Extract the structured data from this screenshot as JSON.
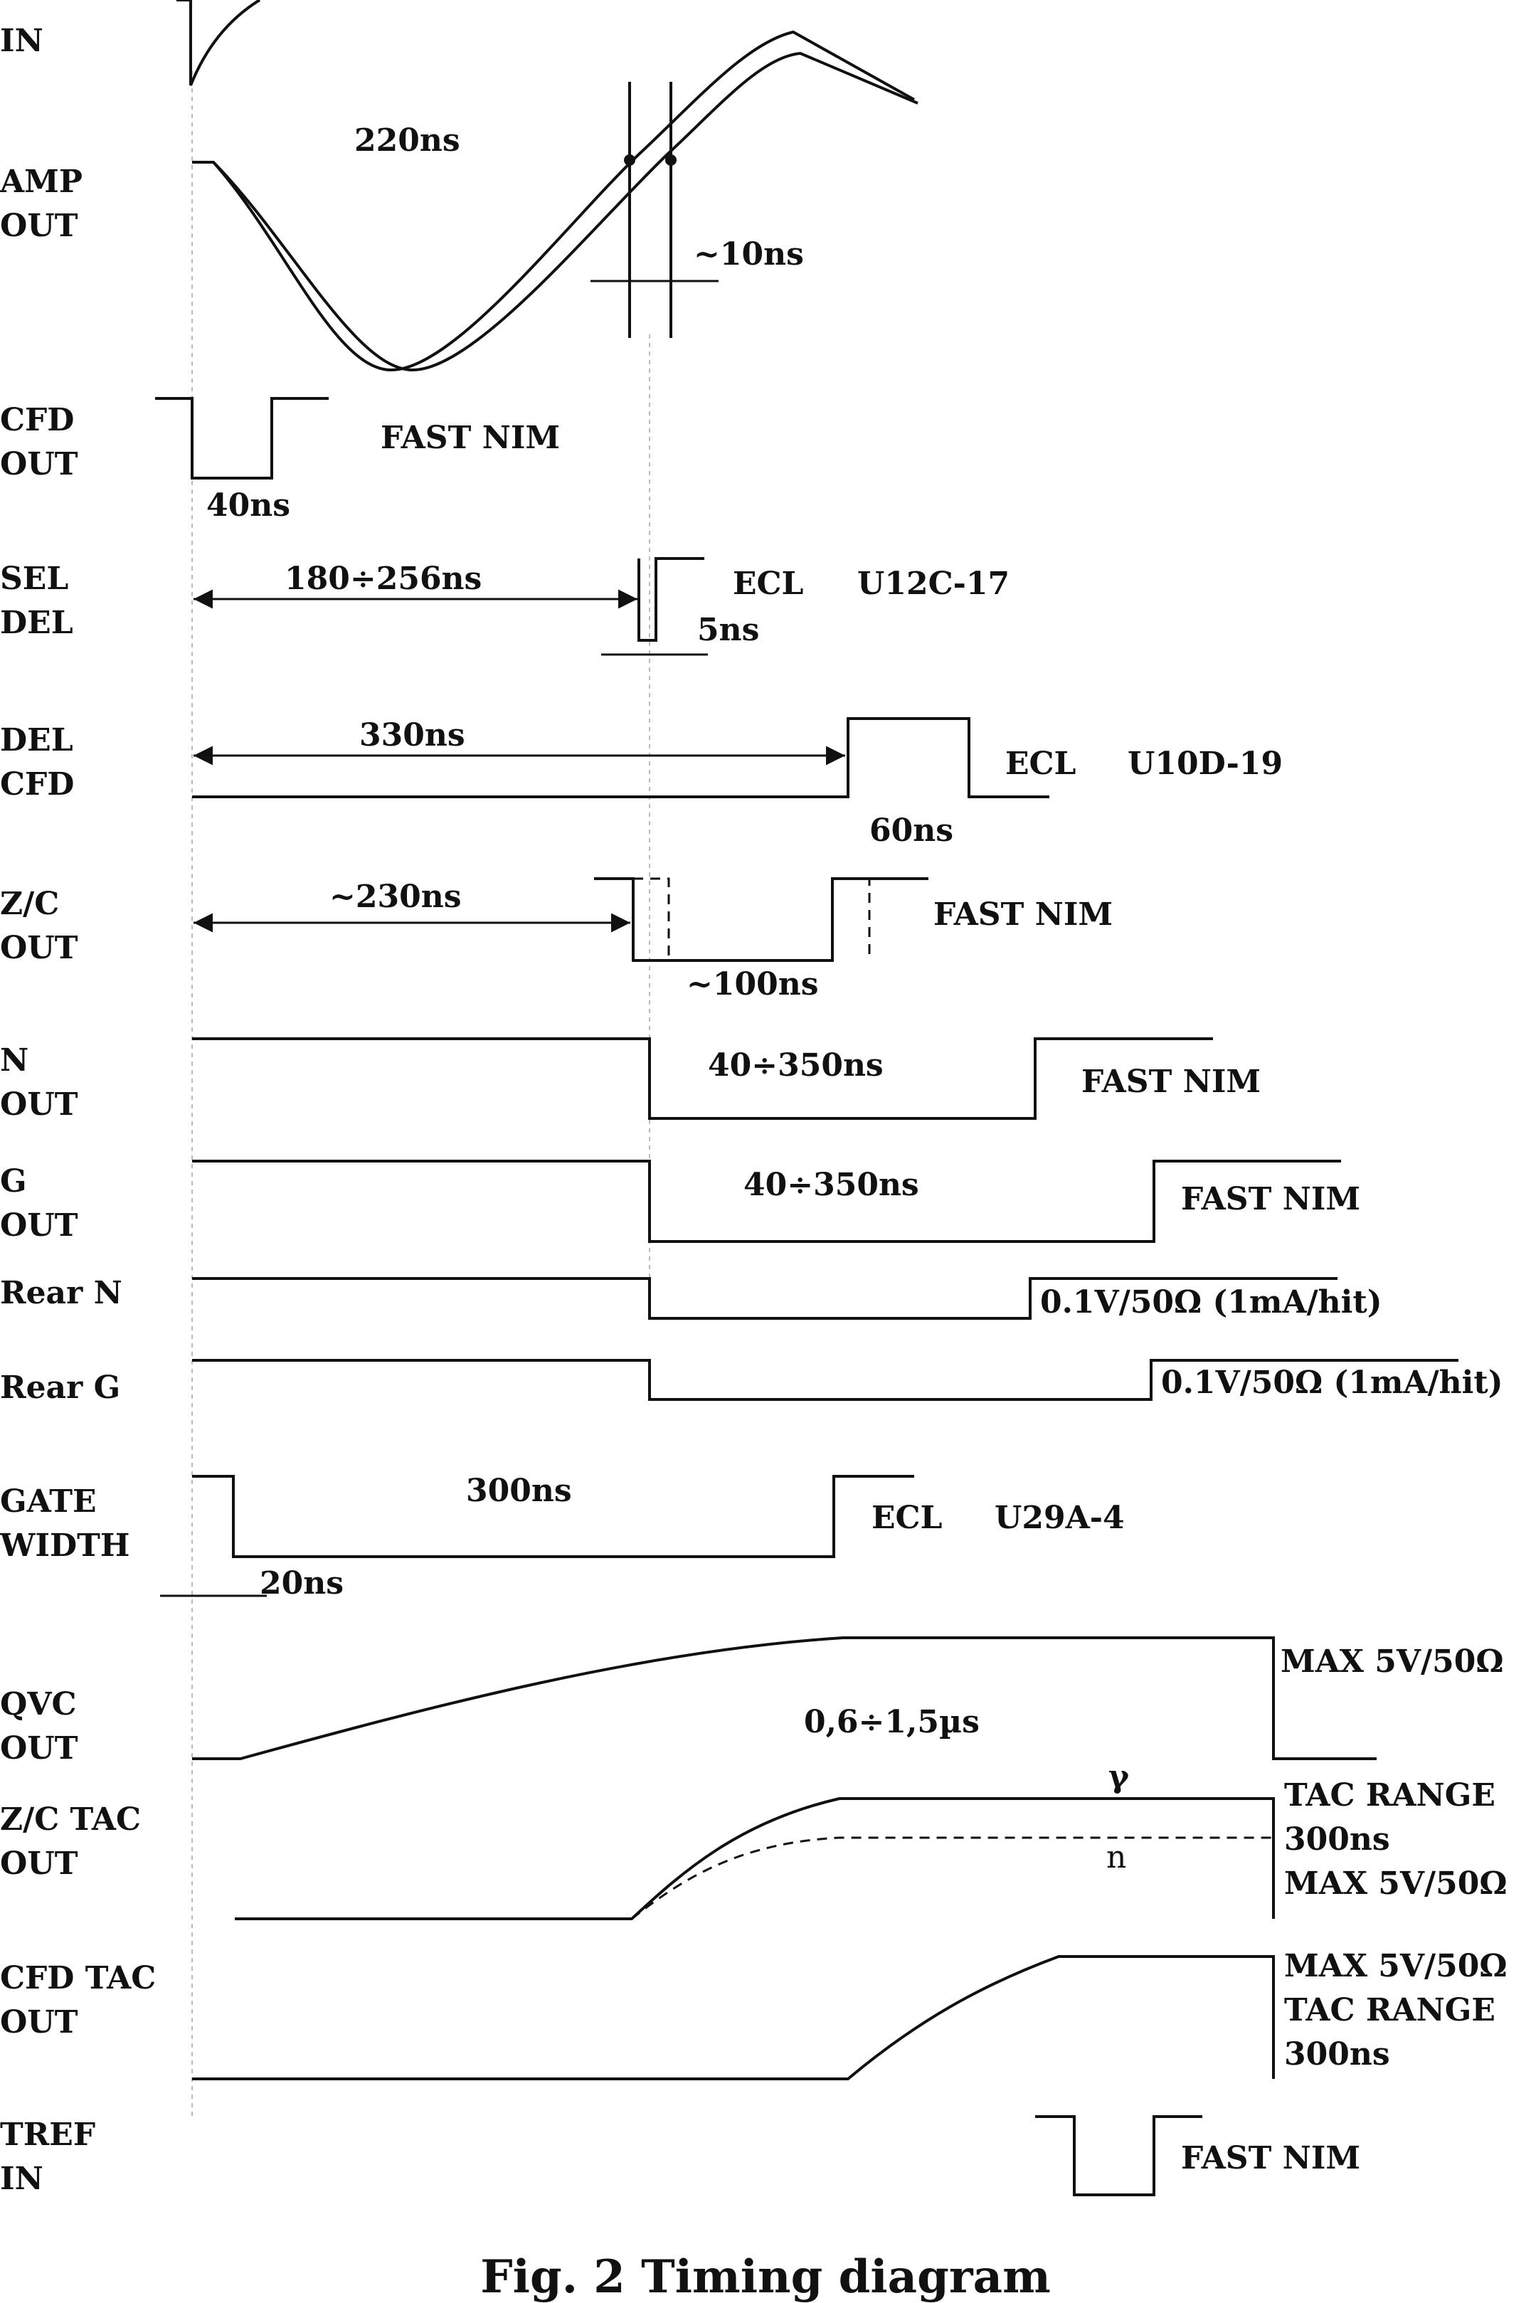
{
  "caption": "Fig. 2  Timing diagram",
  "signals": [
    {
      "id": "in",
      "label": [
        "IN"
      ]
    },
    {
      "id": "amp",
      "label": [
        "AMP",
        "OUT"
      ]
    },
    {
      "id": "cfd",
      "label": [
        "CFD",
        "OUT"
      ]
    },
    {
      "id": "sel",
      "label": [
        "SEL",
        "DEL"
      ]
    },
    {
      "id": "delcfd",
      "label": [
        "DEL",
        "CFD"
      ]
    },
    {
      "id": "zc",
      "label": [
        "Z/C",
        "OUT"
      ]
    },
    {
      "id": "n",
      "label": [
        "N",
        "OUT"
      ]
    },
    {
      "id": "g",
      "label": [
        "G",
        "OUT"
      ]
    },
    {
      "id": "rearn",
      "label": [
        "Rear N"
      ]
    },
    {
      "id": "rearg",
      "label": [
        "Rear G"
      ]
    },
    {
      "id": "gate",
      "label": [
        "GATE",
        "WIDTH"
      ]
    },
    {
      "id": "qvc",
      "label": [
        "QVC",
        "OUT"
      ]
    },
    {
      "id": "zctac",
      "label": [
        "Z/C TAC",
        "OUT"
      ]
    },
    {
      "id": "cfdtac",
      "label": [
        "CFD TAC",
        "OUT"
      ]
    },
    {
      "id": "tref",
      "label": [
        "TREF",
        "IN"
      ]
    }
  ],
  "annotations": {
    "amp_period": "220ns",
    "amp_shift": "~10ns",
    "cfd_width": "40ns",
    "cfd_std": "FAST NIM",
    "sel_delay": "180÷256ns",
    "sel_std": "ECL",
    "sel_part": "U12C-17",
    "sel_width": "5ns",
    "delcfd_delay": "330ns",
    "delcfd_std": "ECL",
    "delcfd_part": "U10D-19",
    "delcfd_width": "60ns",
    "zc_delay": "~230ns",
    "zc_std": "FAST NIM",
    "zc_width": "~100ns",
    "n_width": "40÷350ns",
    "n_std": "FAST NIM",
    "g_width": "40÷350ns",
    "g_std": "FAST NIM",
    "rearn_spec": "0.1V/50Ω (1mA/hit)",
    "rearg_spec": "0.1V/50Ω (1mA/hit)",
    "gate_width": "300ns",
    "gate_std": "ECL",
    "gate_part": "U29A-4",
    "gate_delay": "20ns",
    "qvc_max": "MAX 5V/50Ω",
    "qvc_time": "0,6÷1,5µs",
    "zctac_gamma": "γ",
    "zctac_n": "n",
    "zctac_range1": "TAC RANGE",
    "zctac_range2": "300ns",
    "zctac_max": "MAX 5V/50Ω",
    "cfdtac_max": "MAX 5V/50Ω",
    "cfdtac_range1": "TAC RANGE",
    "cfdtac_range2": "300ns",
    "tref_std": "FAST NIM"
  }
}
